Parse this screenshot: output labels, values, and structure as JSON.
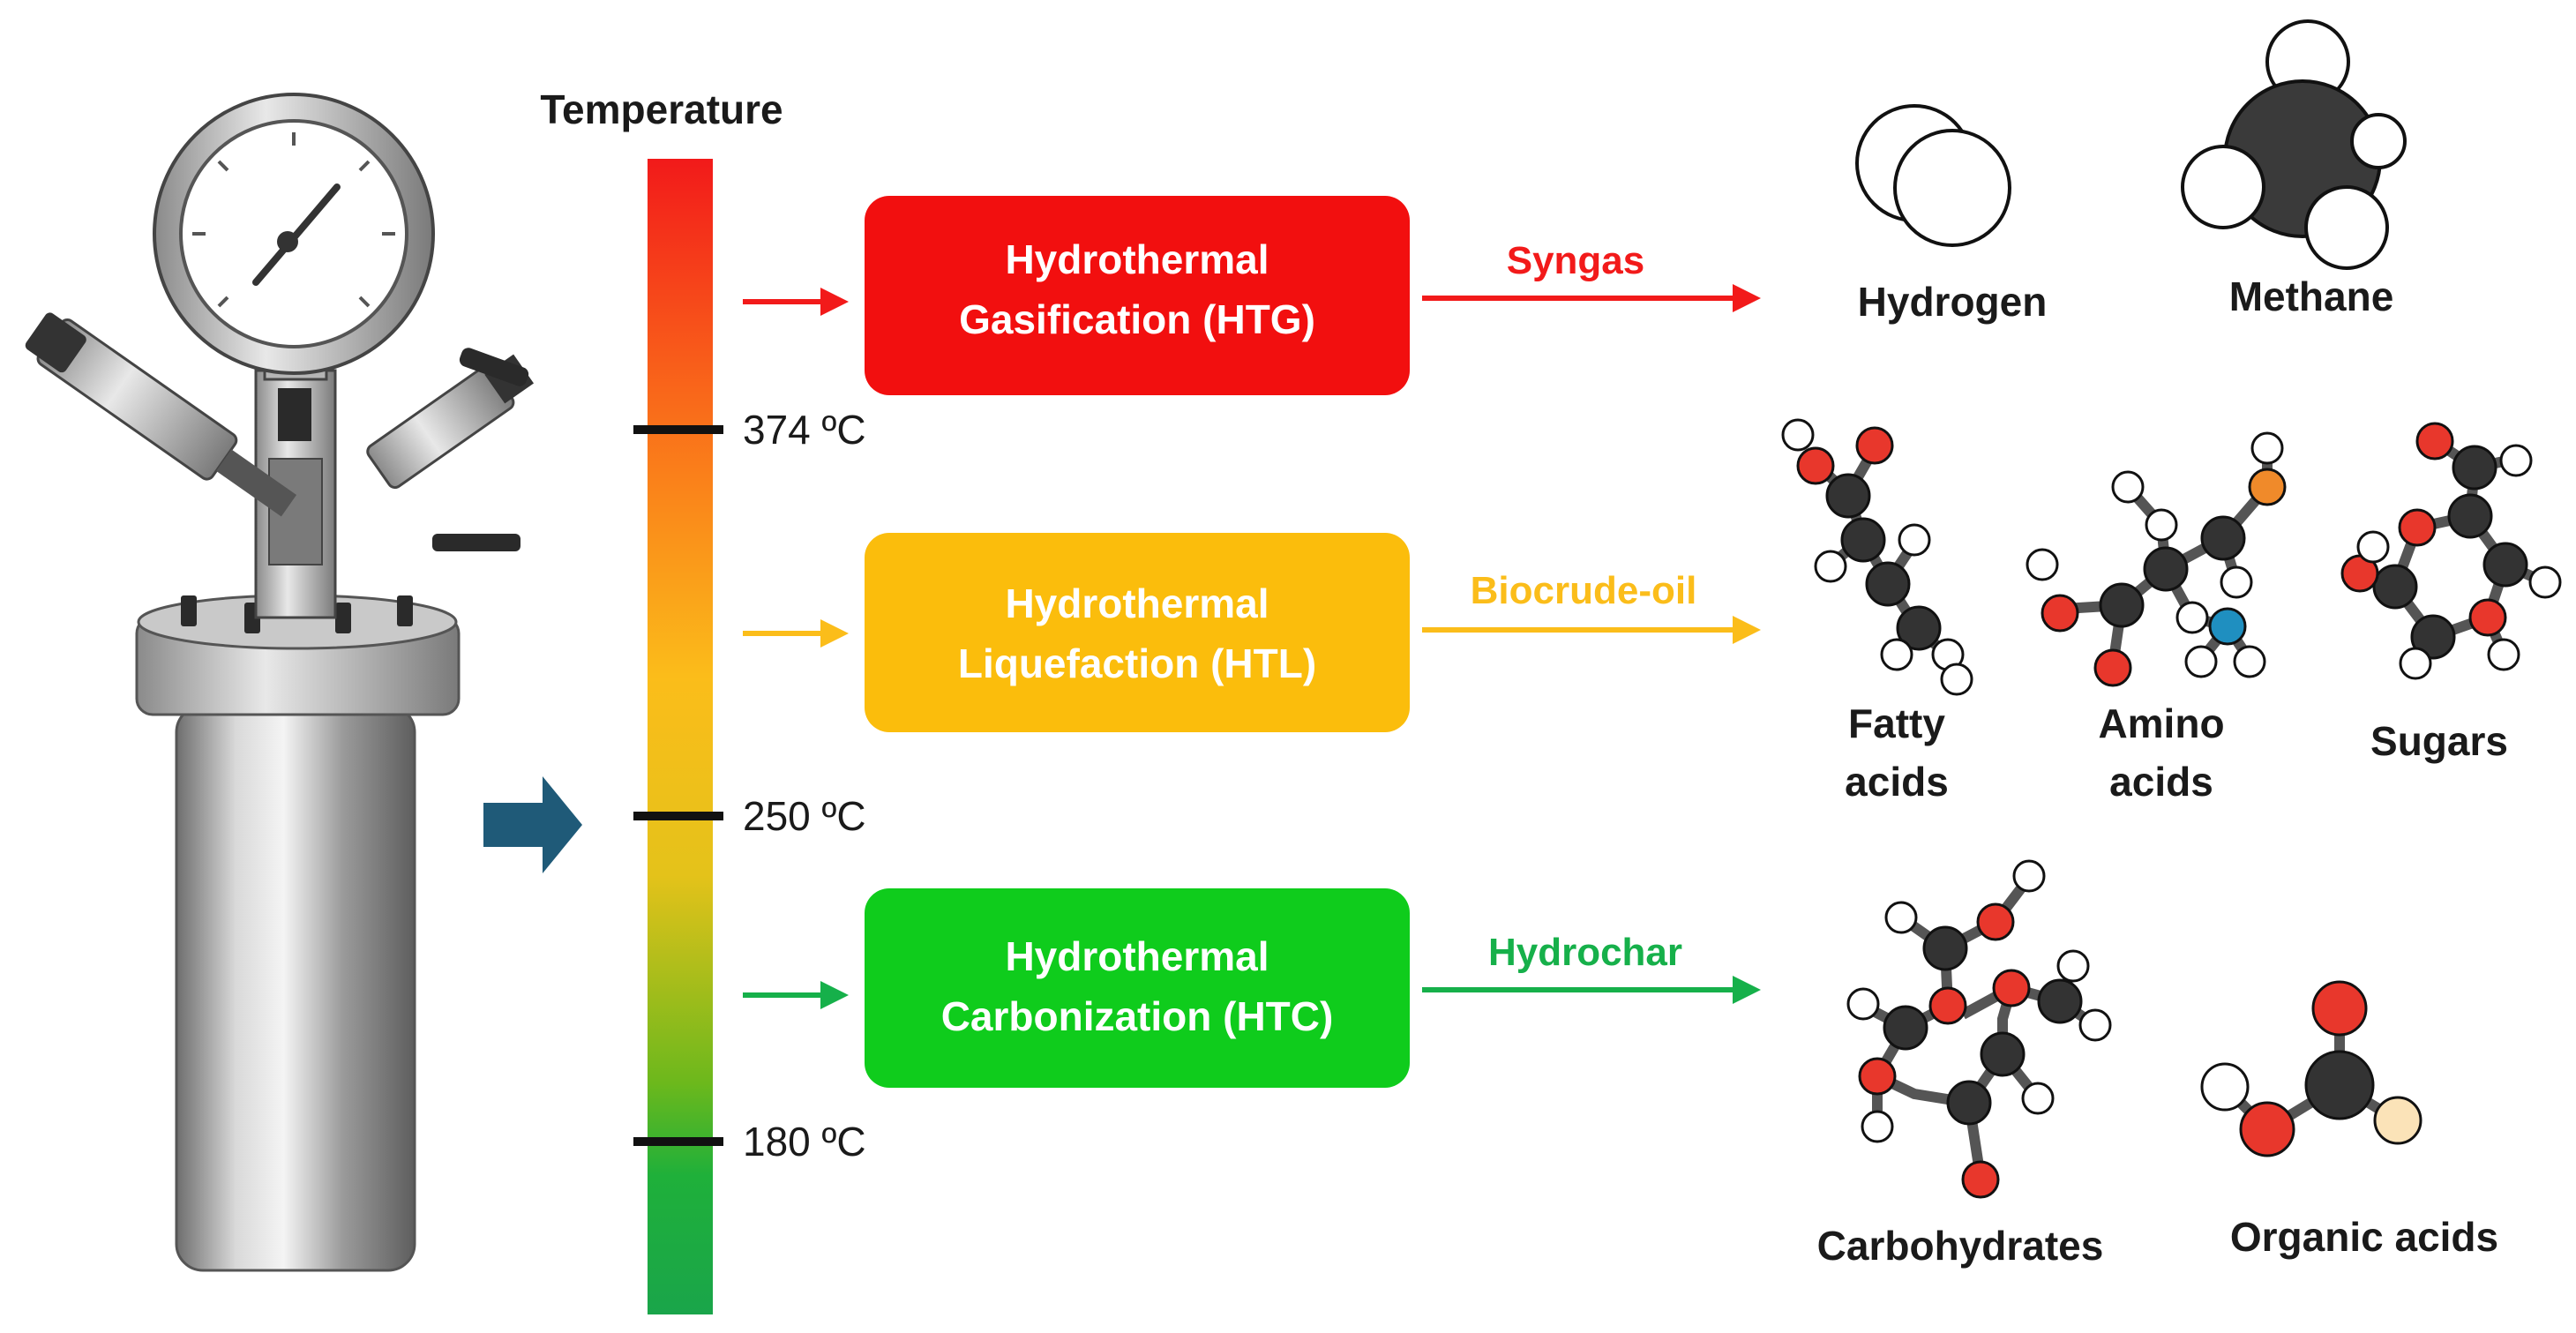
{
  "temperature_title": "Temperature",
  "ticks": [
    {
      "label": "374 ºC",
      "value": 374
    },
    {
      "label": "250 ºC",
      "value": 250
    },
    {
      "label": "180 ºC",
      "value": 180
    }
  ],
  "processes": [
    {
      "line1": "Hydrothermal",
      "line2": "Gasification (HTG)",
      "product": "Syngas",
      "color": "#f20f0f"
    },
    {
      "line1": "Hydrothermal",
      "line2": "Liquefaction (HTL)",
      "product": "Biocrude-oil",
      "color": "#fbbd0c"
    },
    {
      "line1": "Hydrothermal",
      "line2": "Carbonization (HTC)",
      "product": "Hydrochar",
      "color": "#0fcc1c"
    }
  ],
  "molecules": {
    "hydrogen": "Hydrogen",
    "methane": "Methane",
    "fatty_acids": [
      "Fatty",
      "acids"
    ],
    "amino_acids": [
      "Amino",
      "acids"
    ],
    "sugars": "Sugars",
    "carbohydrates": "Carbohydrates",
    "organic_acids": "Organic acids"
  },
  "colors": {
    "input_arrow": "#1f5a78",
    "htc_arrow": "#16b04a",
    "carbon": "#333333",
    "oxygen": "#e8372c",
    "hydrogen_atom": "#ffffff",
    "nitrogen": "#1f8fc0",
    "sulfur_orange": "#f08a2a"
  }
}
